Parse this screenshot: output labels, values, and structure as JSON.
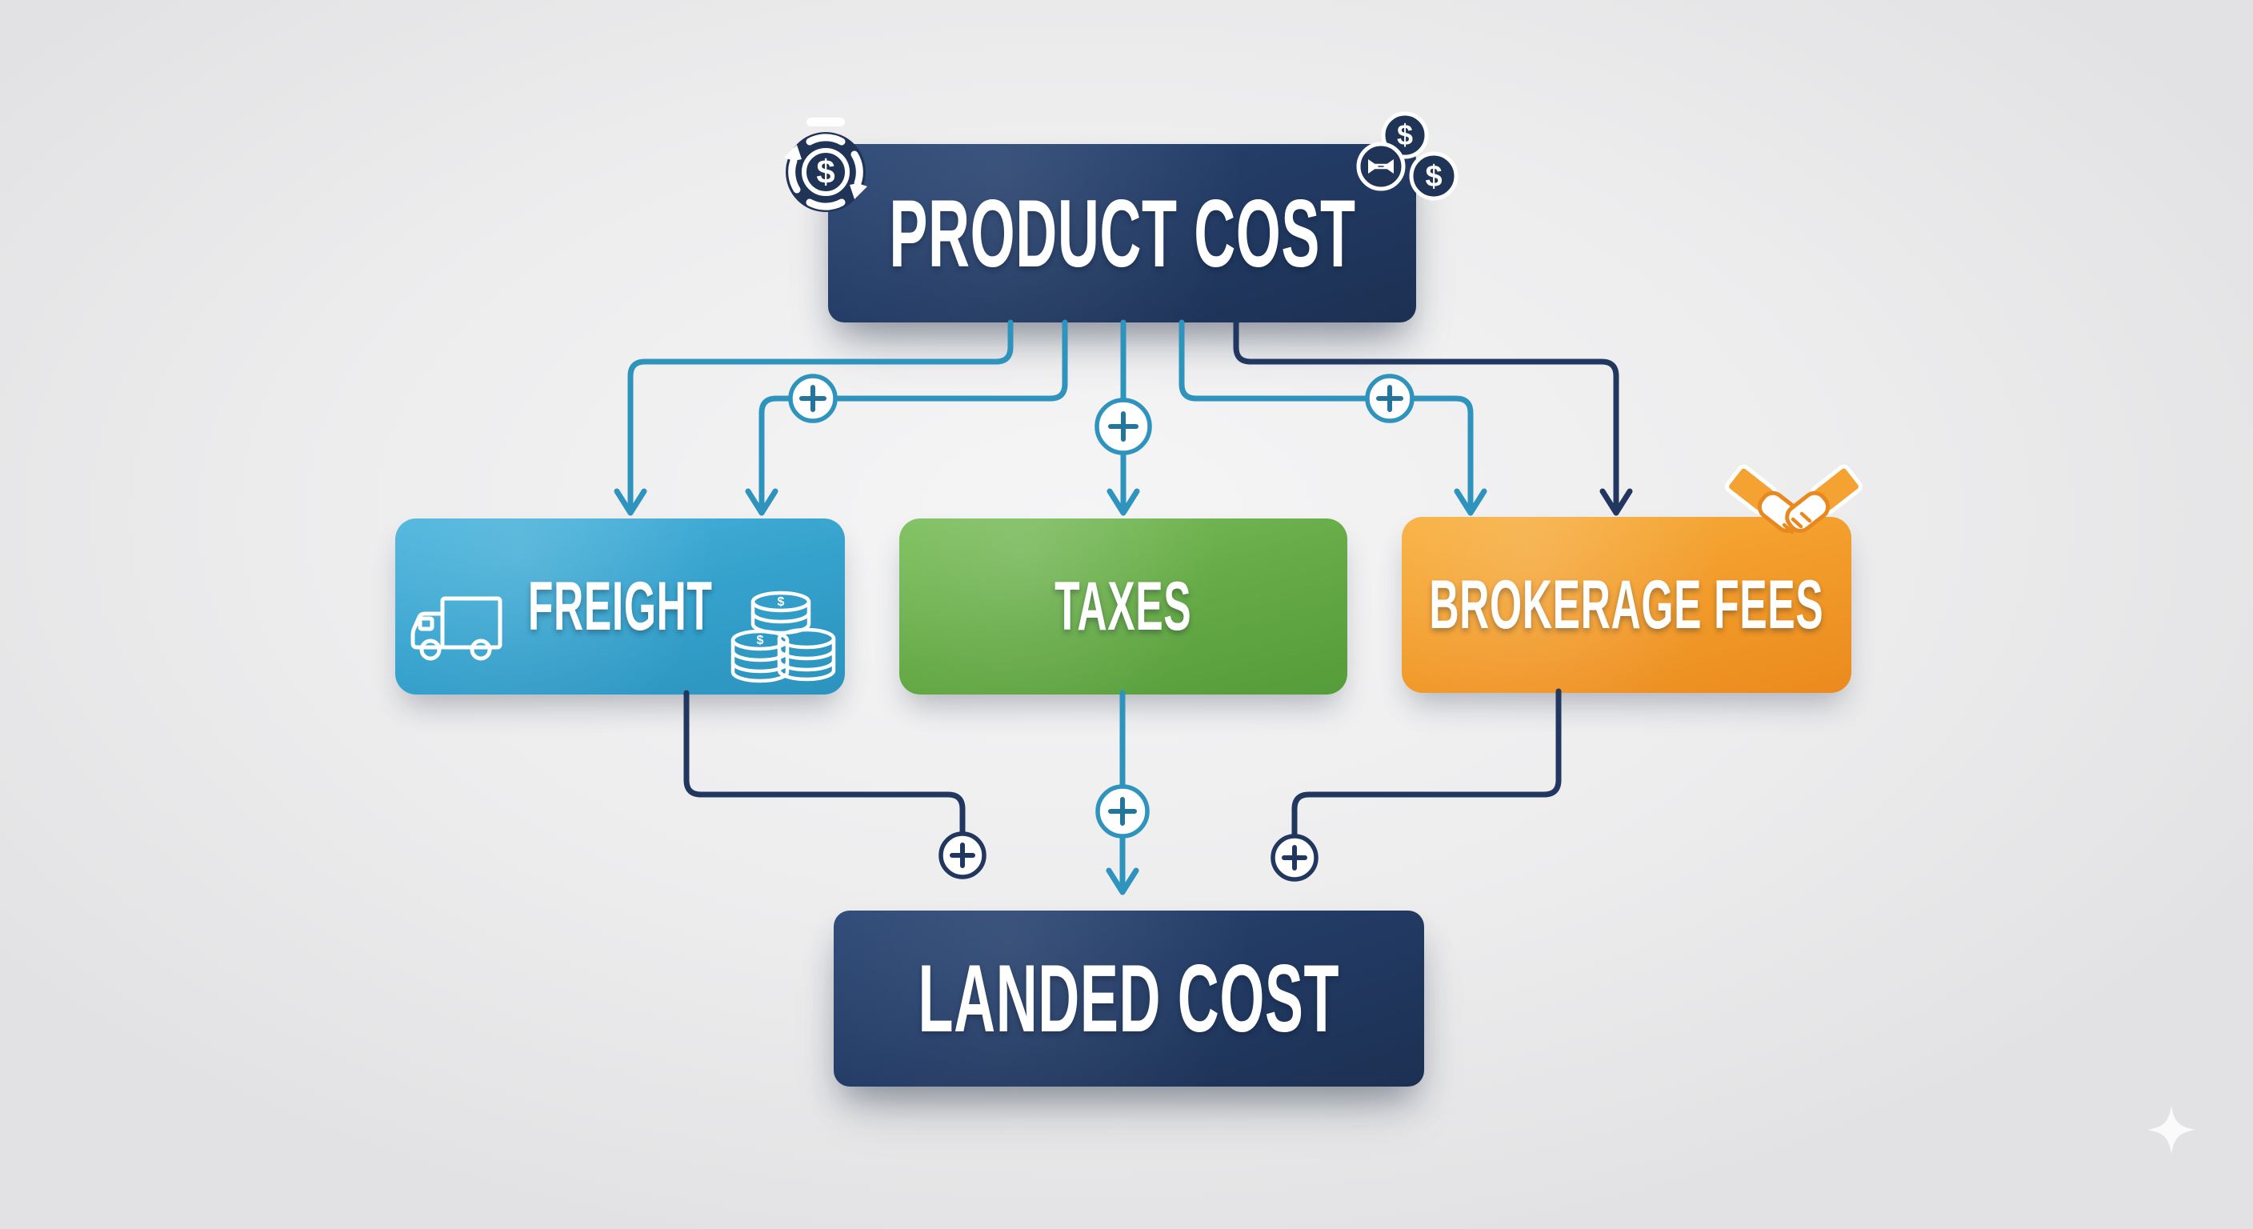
{
  "diagram": {
    "type": "flowchart",
    "subject": "landed cost composition",
    "nodes": {
      "product_cost": {
        "label": "PRODUCT COST",
        "color": "#223c66"
      },
      "freight": {
        "label": "FREIGHT",
        "color": "#35a2cd"
      },
      "taxes": {
        "label": "TAXES",
        "color": "#65aa46"
      },
      "brokerage_fees": {
        "label": "BROKERAGE FEES",
        "color": "#f29c2b"
      },
      "landed_cost": {
        "label": "LANDED COST",
        "color": "#223c66"
      }
    },
    "edges": [
      {
        "from": "product_cost",
        "to": "freight",
        "arrows": 2,
        "operator": "+"
      },
      {
        "from": "product_cost",
        "to": "taxes",
        "arrows": 1,
        "operator": "+"
      },
      {
        "from": "product_cost",
        "to": "brokerage_fees",
        "arrows": 2,
        "operator": "+"
      },
      {
        "from": "freight",
        "to": "landed_cost",
        "operator": "+"
      },
      {
        "from": "taxes",
        "to": "landed_cost",
        "arrows": 1,
        "operator": "+"
      },
      {
        "from": "brokerage_fees",
        "to": "landed_cost",
        "operator": "+"
      }
    ],
    "operators": {
      "plus": "+",
      "plus_count": 6
    },
    "connector_colors": {
      "teal": "#2e93bd",
      "navy": "#21375f"
    },
    "icons": {
      "dollar_symbol": "$",
      "refresh_dollar": "circular-arrows-around-dollar-coin",
      "dollar_coins_cluster": "three-dollar-coins-with-exchange-mark",
      "truck": "delivery-truck-outline",
      "coin_stacks": "three-stacks-of-coins-outline",
      "handshake": "handshake",
      "sparkle": "four-point-sparkle"
    },
    "background_color": "#ededee"
  }
}
